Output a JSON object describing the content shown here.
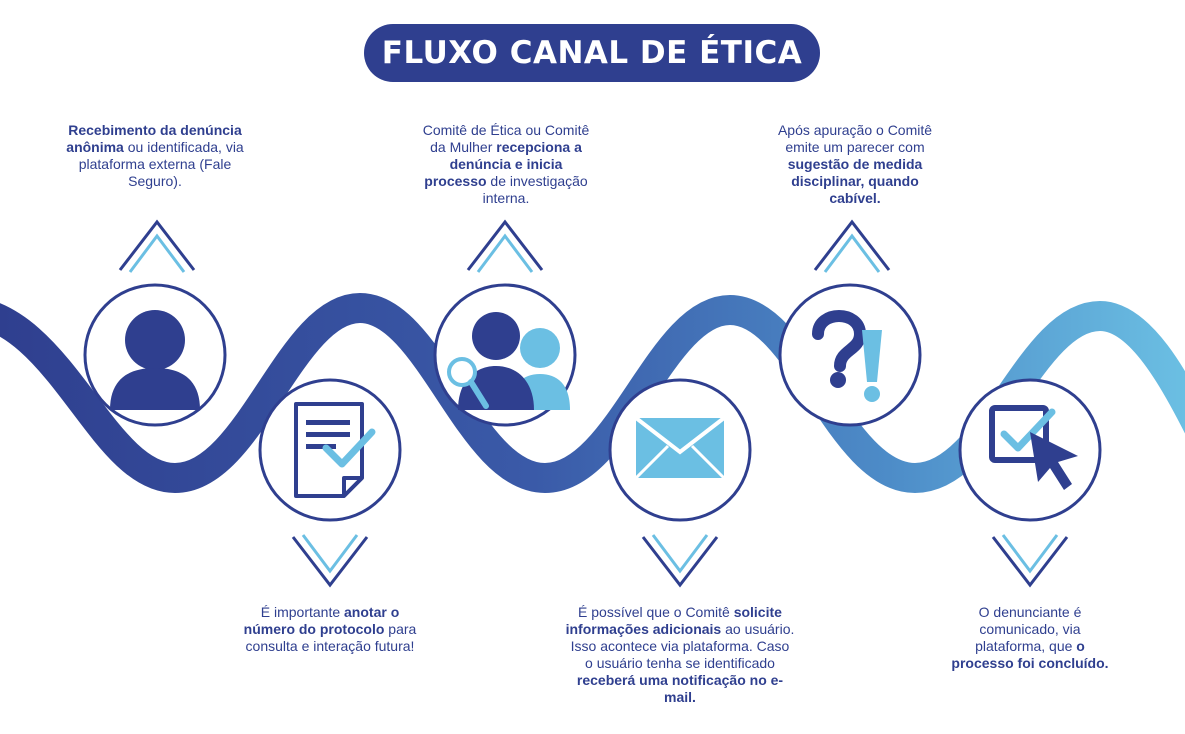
{
  "title": "FLUXO CANAL DE ÉTICA",
  "colors": {
    "navy": "#2f3f8f",
    "mid_blue": "#3e6fb8",
    "light_blue": "#6bbfe3"
  },
  "steps": [
    {
      "id": 1,
      "icon": "person-icon",
      "position": "top",
      "parts": [
        {
          "bold": true,
          "text": "Recebimento da denúncia anônima"
        },
        {
          "bold": false,
          "text": " ou identificada, via plataforma externa (Fale Seguro)."
        }
      ]
    },
    {
      "id": 2,
      "icon": "document-check-icon",
      "position": "bottom",
      "parts": [
        {
          "bold": false,
          "text": "É importante "
        },
        {
          "bold": true,
          "text": "anotar o número do protocolo"
        },
        {
          "bold": false,
          "text": " para consulta e interação futura!"
        }
      ]
    },
    {
      "id": 3,
      "icon": "people-magnifier-icon",
      "position": "top",
      "parts": [
        {
          "bold": false,
          "text": "Comitê de Ética ou Comitê da Mulher "
        },
        {
          "bold": true,
          "text": "recepciona a denúncia e inicia processo"
        },
        {
          "bold": false,
          "text": " de investigação interna."
        }
      ]
    },
    {
      "id": 4,
      "icon": "envelope-icon",
      "position": "bottom",
      "parts": [
        {
          "bold": false,
          "text": "É possível que o Comitê "
        },
        {
          "bold": true,
          "text": "solicite informações adicionais"
        },
        {
          "bold": false,
          "text": " ao usuário. Isso acontece via plataforma. Caso o usuário tenha se identificado "
        },
        {
          "bold": true,
          "text": "receberá uma notificação no e-mail."
        }
      ]
    },
    {
      "id": 5,
      "icon": "question-exclamation-icon",
      "position": "top",
      "parts": [
        {
          "bold": false,
          "text": "Após apuração o Comitê emite um parecer com "
        },
        {
          "bold": true,
          "text": "sugestão de medida disciplinar, quando cabível."
        }
      ]
    },
    {
      "id": 6,
      "icon": "checkbox-cursor-icon",
      "position": "bottom",
      "parts": [
        {
          "bold": false,
          "text": "O denunciante é comunicado, via plataforma, que "
        },
        {
          "bold": true,
          "text": "o processo foi concluído."
        }
      ]
    }
  ]
}
